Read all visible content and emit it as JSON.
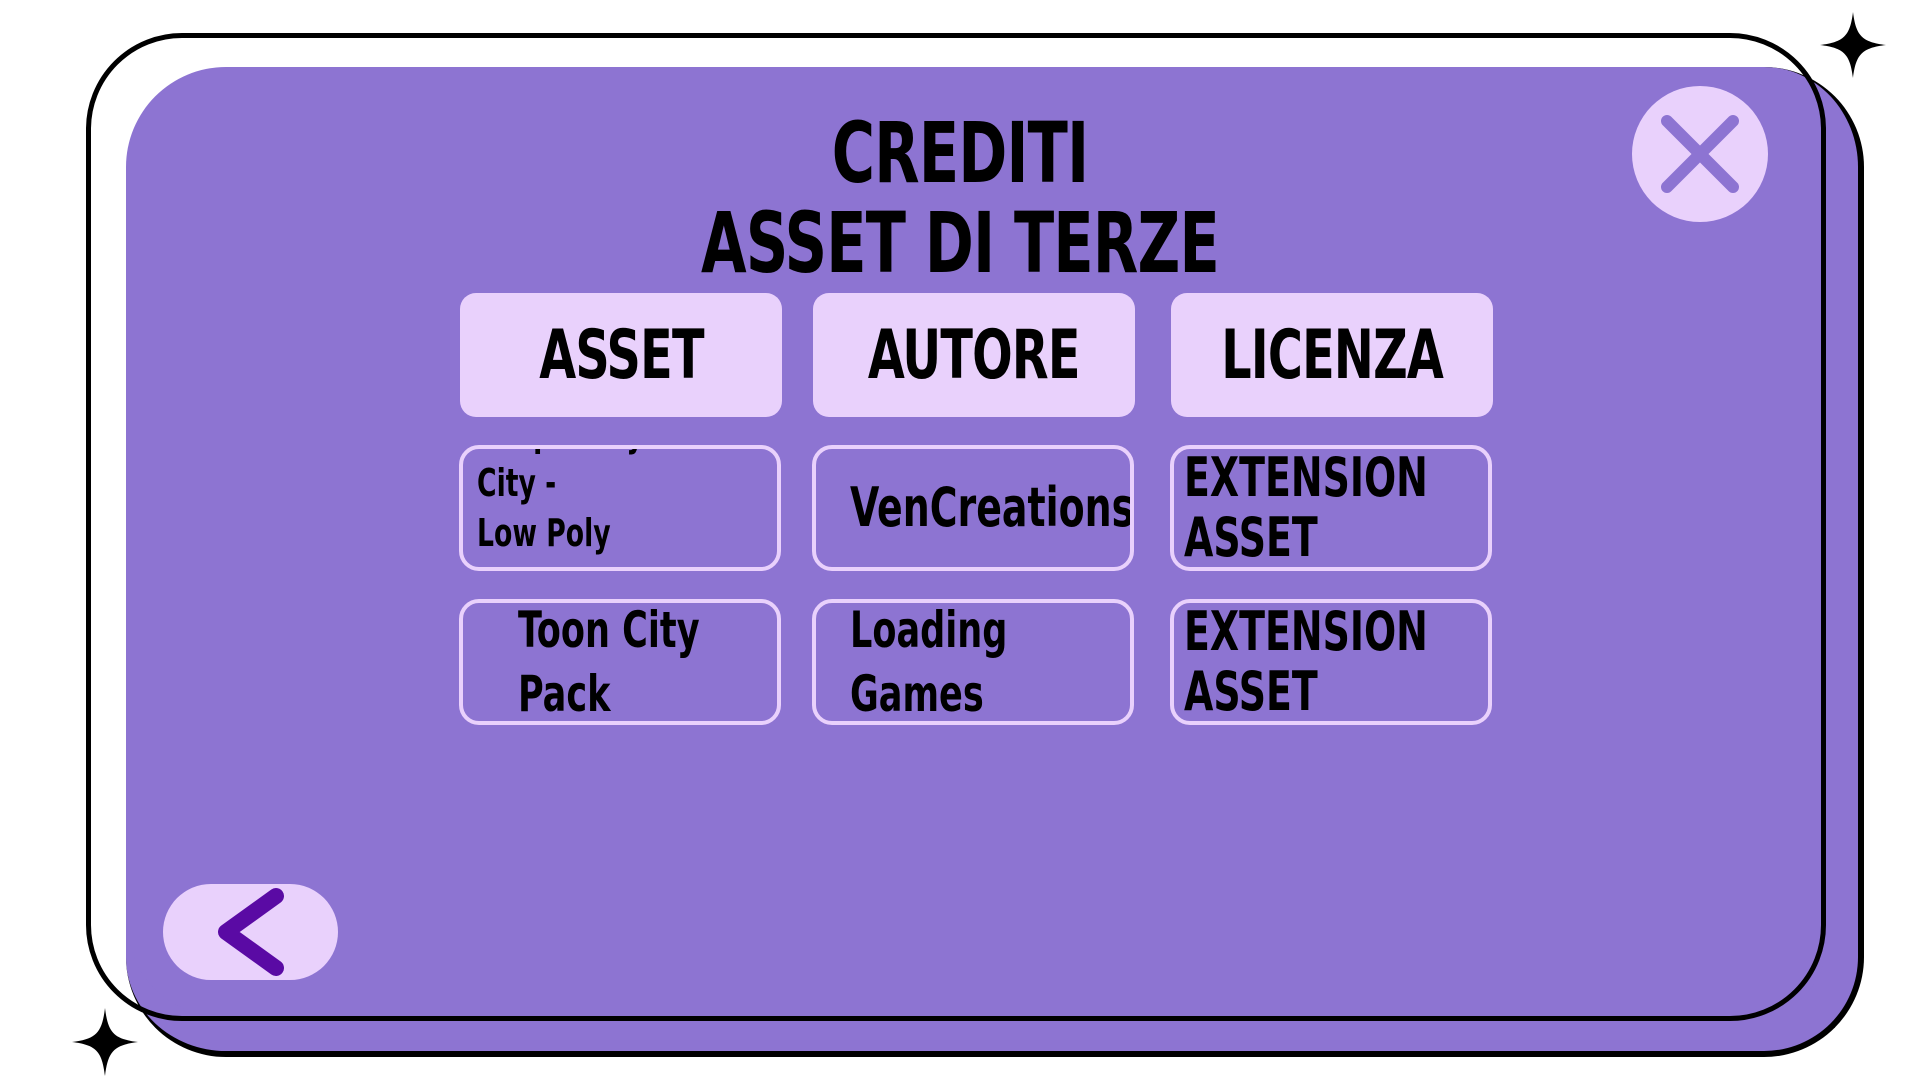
{
  "colors": {
    "accent": "#8d74d2",
    "light": "#e9d1fc",
    "arrow": "#5a0aa4",
    "text": "#000000"
  },
  "header": {
    "title_line1": "CREDITI",
    "title_line2": "ASSET DI TERZE PARTI"
  },
  "table": {
    "columns": [
      "ASSET",
      "AUTORE",
      "LICENZA"
    ],
    "rows": [
      [
        "SimplePoly City -\nLow Poly Assets",
        "VenCreations",
        "EXTENSION ASSET"
      ],
      [
        "Toon City\nPack",
        "Loading\nGames",
        "EXTENSION ASSET"
      ]
    ]
  },
  "icons": {
    "close": "close-icon",
    "back": "chevron-left-icon",
    "decoration": "sparkle-icon"
  }
}
